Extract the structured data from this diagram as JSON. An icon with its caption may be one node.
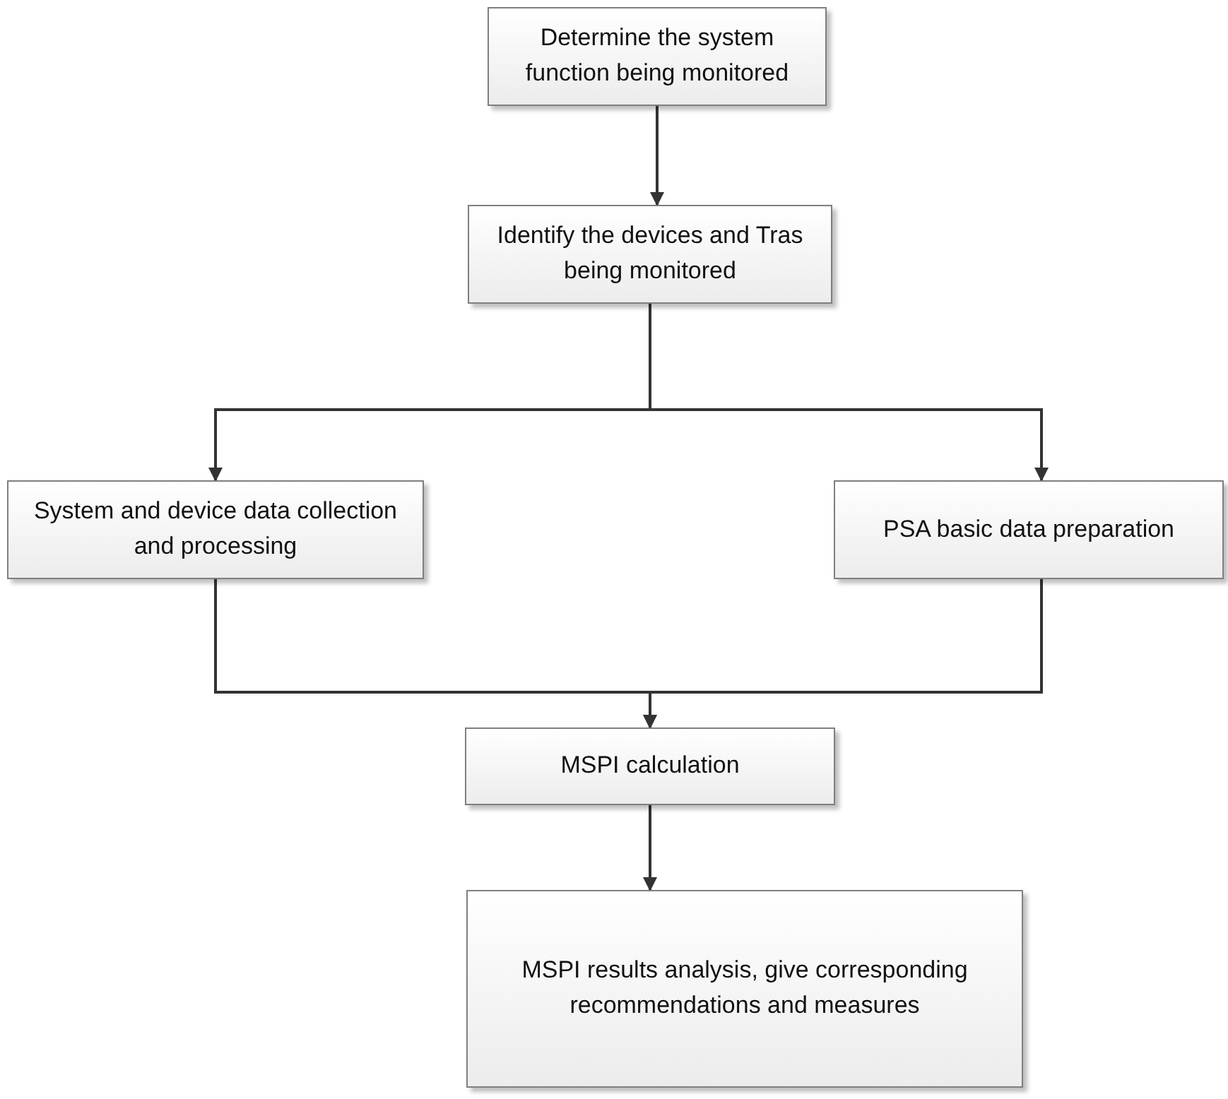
{
  "diagram": {
    "nodes": [
      {
        "text": [
          "Determine the system function being monitored"
        ]
      },
      {
        "text": [
          "Identify the devices and Tras being monitored"
        ]
      },
      {
        "text": [
          "System and device data collection and processing"
        ]
      },
      {
        "text": [
          "PSA basic data preparation"
        ]
      },
      {
        "text": [
          "MSPI calculation"
        ]
      },
      {
        "text": [
          "MSPI results analysis, give corresponding recommendations and measures"
        ]
      }
    ],
    "edges": [
      {
        "from": 0,
        "to": 1,
        "arrow": "to"
      },
      {
        "from": 1,
        "to": 2,
        "arrow": "to"
      },
      {
        "from": 1,
        "to": 3,
        "arrow": "to"
      },
      {
        "from": 2,
        "to": 4,
        "arrow": "to"
      },
      {
        "from": 3,
        "to": 4,
        "arrow": "to"
      },
      {
        "from": 4,
        "to": 5,
        "arrow": "to"
      }
    ]
  }
}
